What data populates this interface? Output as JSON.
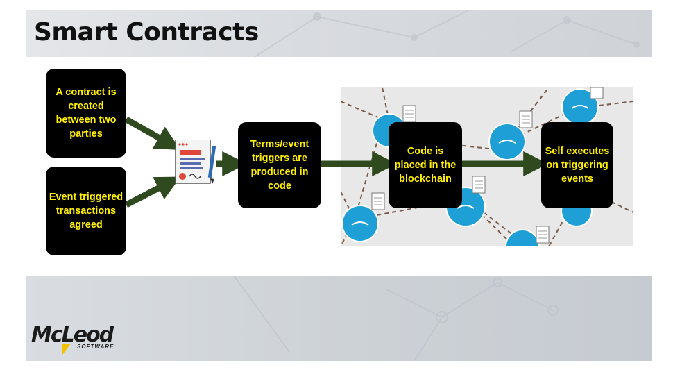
{
  "title": "Smart Contracts",
  "boxes": {
    "contract_created": "A contract is created between two parties",
    "event_triggered": "Event triggered transactions agreed",
    "terms_code": "Terms/event triggers are produced in code",
    "code_blockchain": "Code is placed in the blockchain",
    "self_executes": "Self executes on triggering events"
  },
  "logo": {
    "main": "McLeod",
    "sub": "SOFTWARE"
  },
  "colors": {
    "box_bg": "#000000",
    "box_text": "#fff000",
    "arrow": "#2f4a1e",
    "node": "#1e9fd6"
  }
}
